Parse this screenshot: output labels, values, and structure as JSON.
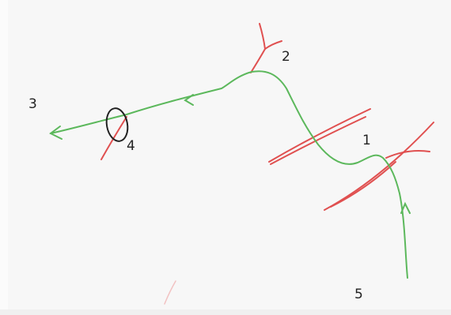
{
  "colors": {
    "paper": "#f7f7f7",
    "route": "#5cb85c",
    "barrier": "#e05050",
    "ink": "#222222"
  },
  "labels": {
    "start": "5",
    "crossing_1": "1",
    "crossing_2": "2",
    "end": "3",
    "crossing_4": "4"
  },
  "icons": {
    "direction": "arrowhead-icon",
    "circle": "circle-marker-icon"
  }
}
